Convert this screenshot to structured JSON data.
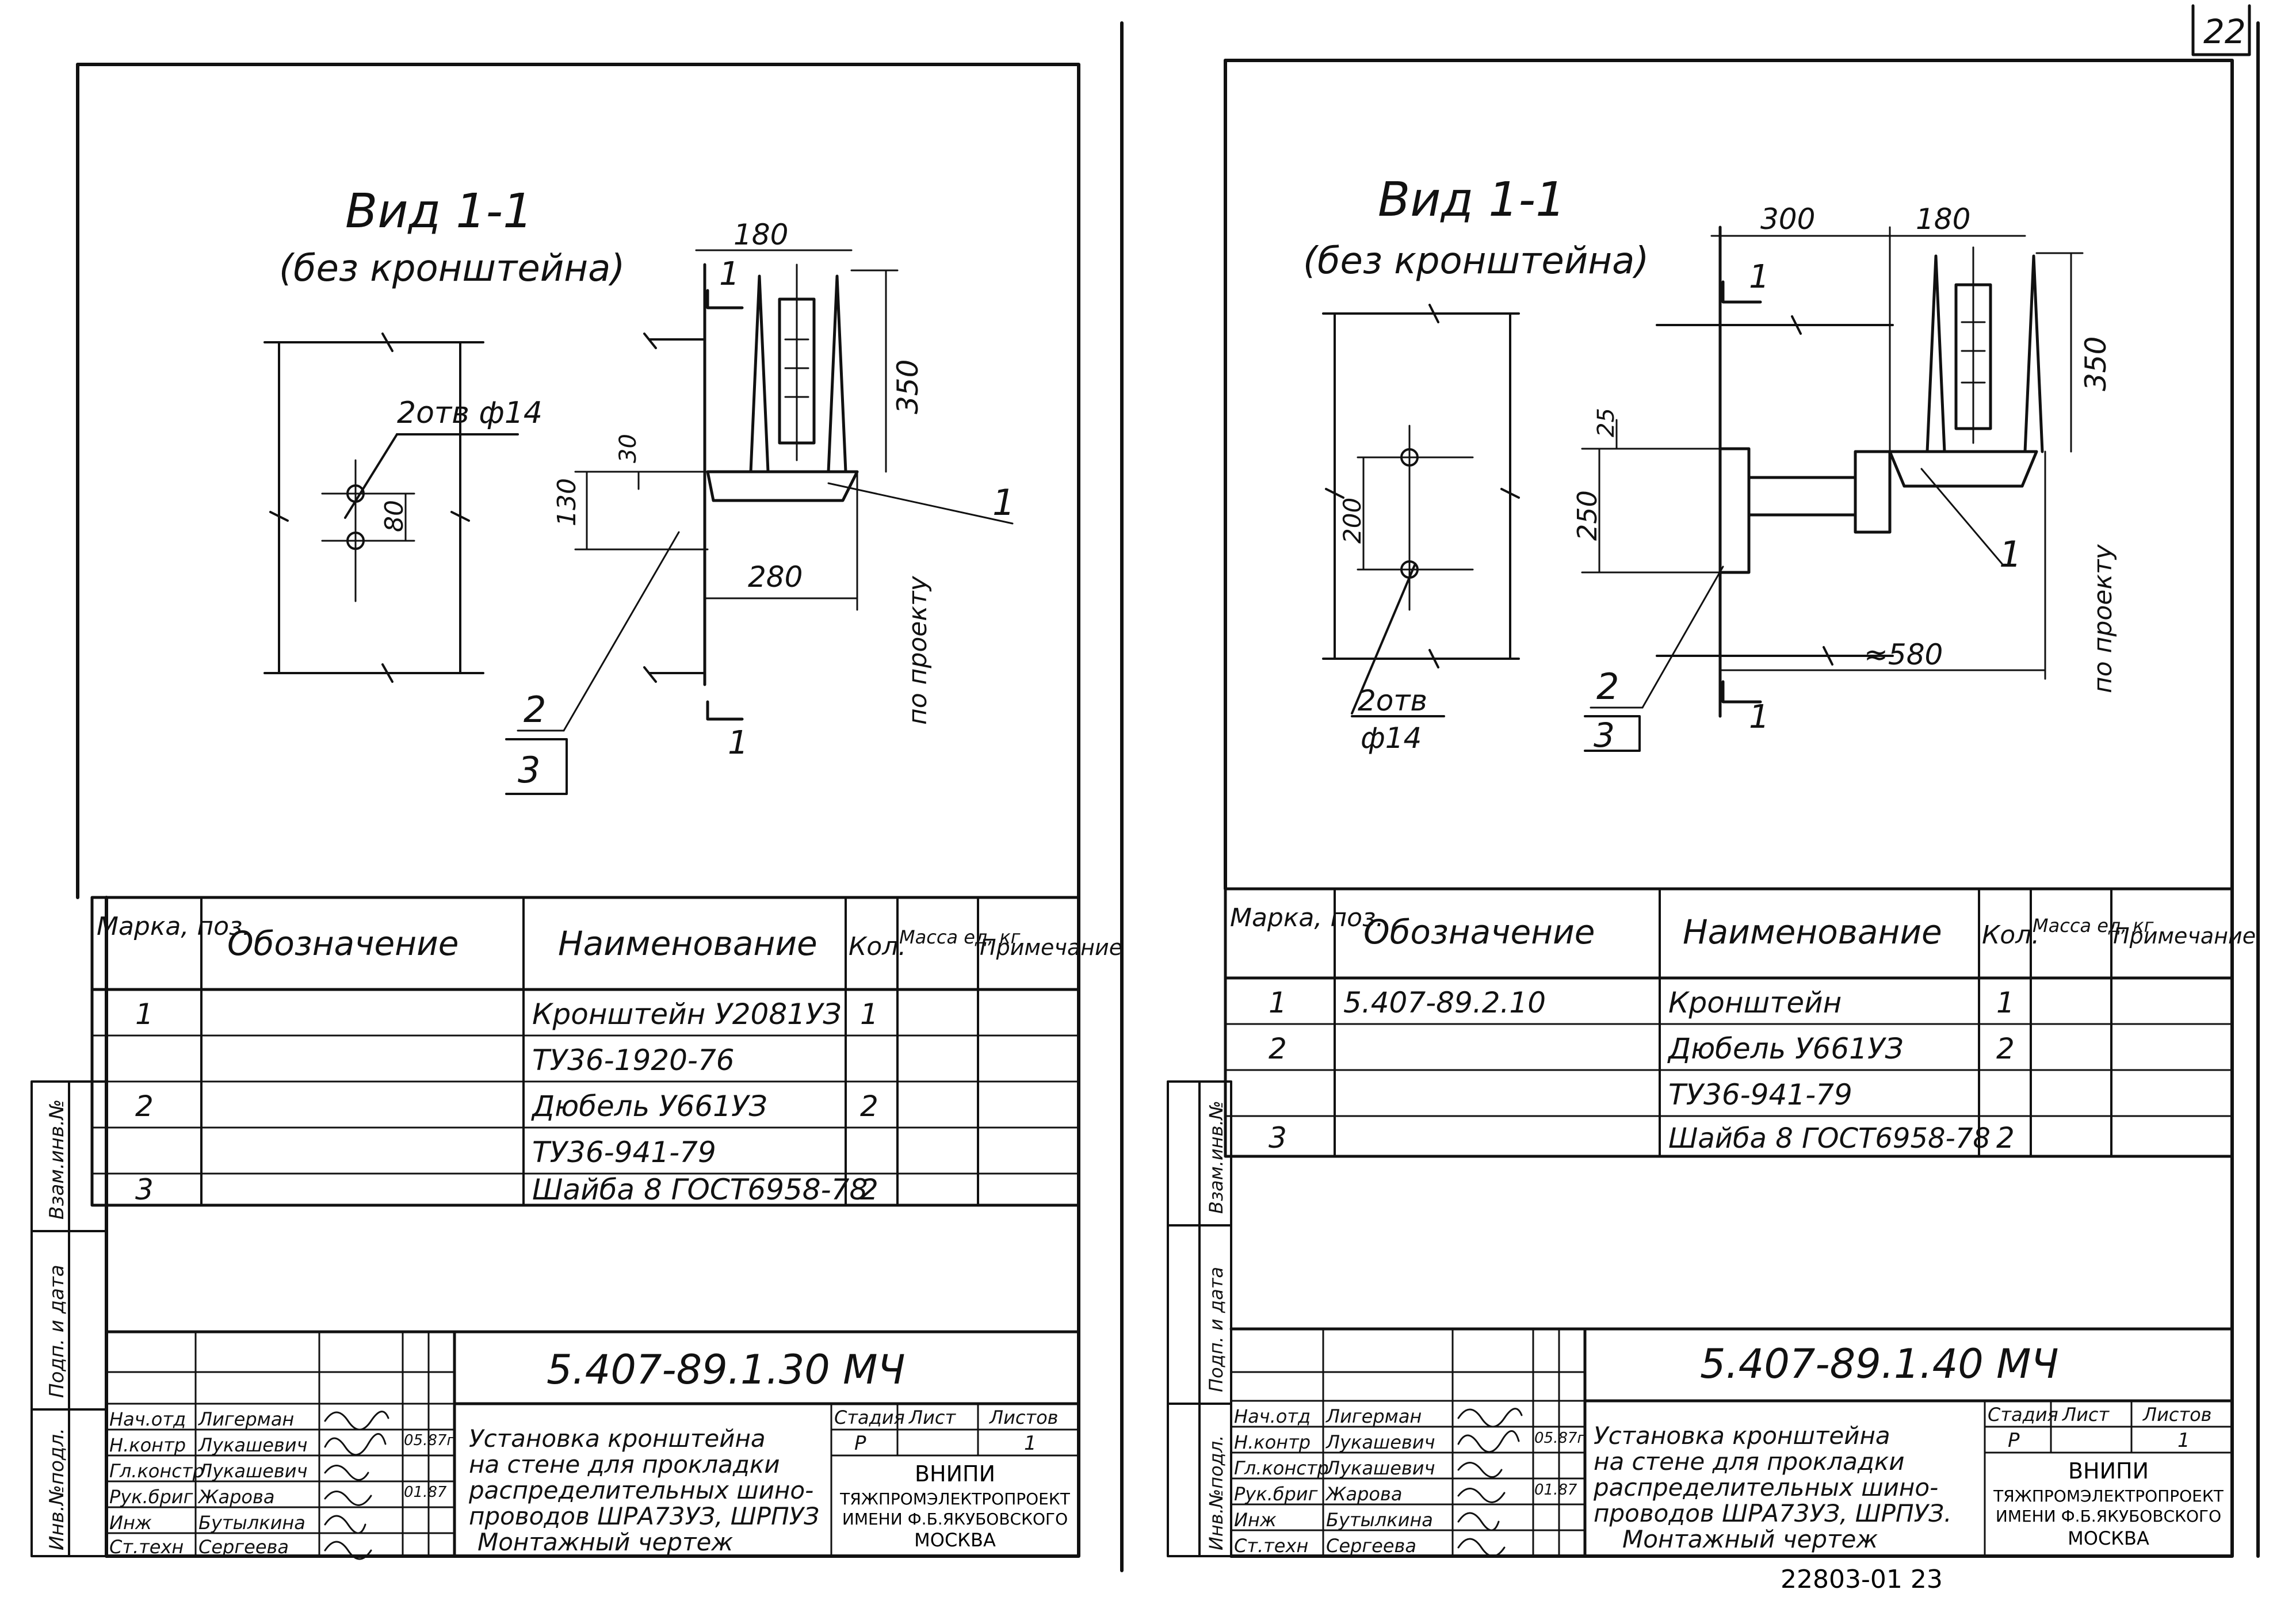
{
  "page_number": "22",
  "archive_number": "22803-01 23",
  "left_sheet": {
    "view_title": "Вид 1-1",
    "view_subtitle": "(без кронштейна)",
    "dims": {
      "width_top": "180",
      "height_right": "350",
      "holes": "2отв ф14",
      "hole_spacing": "80",
      "offset_30": "30",
      "height_130": "130",
      "width_280": "280",
      "section_mark": "1",
      "pos1": "1",
      "pos2": "2",
      "pos3": "3",
      "note": "по проекту"
    },
    "table": {
      "headers": [
        "Марка, поз.",
        "Обозначение",
        "Наименование",
        "Кол.",
        "Масса ед, кг",
        "Примечание"
      ],
      "rows": [
        [
          "1",
          "",
          "Кронштейн У2081УЗ",
          "1",
          "",
          ""
        ],
        [
          "",
          "",
          "ТУ36-1920-76",
          "",
          "",
          ""
        ],
        [
          "2",
          "",
          "Дюбель У661УЗ",
          "2",
          "",
          ""
        ],
        [
          "",
          "",
          "ТУ36-941-79",
          "",
          "",
          ""
        ],
        [
          "3",
          "",
          "Шайба 8 ГОСТ6958-78",
          "2",
          "",
          ""
        ]
      ]
    },
    "stamp": {
      "code": "5.407-89.1.30 МЧ",
      "title": [
        "Установка кронштейна",
        "на стене для прокладки",
        "распределительных шино-",
        "проводов ШРА73УЗ, ШРПУЗ",
        "Монтажный чертеж"
      ],
      "roles": [
        "Нач.отд",
        "Н.контр",
        "Гл.констр",
        "Рук.бриг",
        "Инж",
        "Ст.техн"
      ],
      "names": [
        "Лигерман",
        "Лукашевич",
        "Лукашевич",
        "Жарова",
        "Бутылкина",
        "Сергеева"
      ],
      "dates": [
        "05.87г",
        "01.87"
      ],
      "stage_label": "Стадия",
      "sheet_label": "Лист",
      "sheets_label": "Листов",
      "stage": "Р",
      "sheets": "1",
      "org": [
        "ВНИПИ",
        "ТЯЖПРОМЭЛЕКТРОПРОЕКТ",
        "ИМЕНИ Ф.Б.ЯКУБОВСКОГО",
        "МОСКВА"
      ]
    },
    "side_labels": [
      "Инв.№подл.",
      "Подп. и дата",
      "Взам.инв.№"
    ]
  },
  "right_sheet": {
    "view_title": "Вид 1-1",
    "view_subtitle": "(без кронштейна)",
    "dims": {
      "width_300": "300",
      "width_180": "180",
      "height_350": "350",
      "dim_25": "25",
      "dim_250": "250",
      "dim_200": "200",
      "dim_580": "≈580",
      "holes": "2отв",
      "hole_dia": "ф14",
      "section_mark": "1",
      "pos1": "1",
      "pos2": "2",
      "pos3": "3",
      "note": "по проекту"
    },
    "table": {
      "headers": [
        "Марка, поз.",
        "Обозначение",
        "Наименование",
        "Кол.",
        "Масса ед, кг",
        "Примечание"
      ],
      "rows": [
        [
          "1",
          "5.407-89.2.10",
          "Кронштейн",
          "1",
          "",
          ""
        ],
        [
          "2",
          "",
          "Дюбель У661УЗ",
          "2",
          "",
          ""
        ],
        [
          "",
          "",
          "ТУ36-941-79",
          "",
          "",
          ""
        ],
        [
          "3",
          "",
          "Шайба 8 ГОСТ6958-78",
          "2",
          "",
          ""
        ]
      ]
    },
    "stamp": {
      "code": "5.407-89.1.40 МЧ",
      "title": [
        "Установка кронштейна",
        "на стене для прокладки",
        "распределительных шино-",
        "проводов ШРА73УЗ, ШРПУЗ.",
        "Монтажный чертеж"
      ],
      "roles": [
        "Нач.отд",
        "Н.контр",
        "Гл.констр",
        "Рук.бриг",
        "Инж",
        "Ст.техн"
      ],
      "names": [
        "Лигерман",
        "Лукашевич",
        "Лукашевич",
        "Жарова",
        "Бутылкина",
        "Сергеева"
      ],
      "dates": [
        "05.87г",
        "01.87"
      ],
      "stage_label": "Стадия",
      "sheet_label": "Лист",
      "sheets_label": "Листов",
      "stage": "Р",
      "sheets": "1",
      "org": [
        "ВНИПИ",
        "ТЯЖПРОМЭЛЕКТРОПРОЕКТ",
        "ИМЕНИ Ф.Б.ЯКУБОВСКОГО",
        "МОСКВА"
      ]
    },
    "side_labels": [
      "Инв.№подл.",
      "Подп. и дата",
      "Взам.инв.№"
    ]
  }
}
